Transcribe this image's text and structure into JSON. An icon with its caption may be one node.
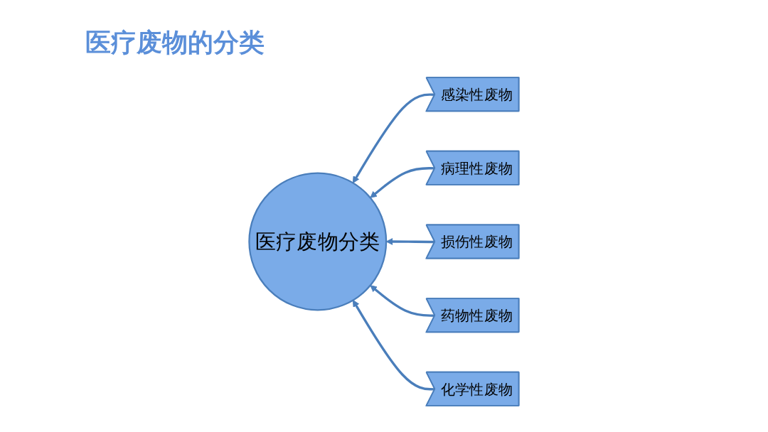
{
  "diagram": {
    "title": "医疗废物的分类",
    "nodes": [
      {
        "text": [
          "医疗废物分类"
        ]
      },
      {
        "text": [
          "感染性废物"
        ]
      },
      {
        "text": [
          "病理性废物"
        ]
      },
      {
        "text": [
          "损伤性废物"
        ]
      },
      {
        "text": [
          "药物性废物"
        ]
      },
      {
        "text": [
          "化学性废物"
        ]
      }
    ],
    "edges": [
      {
        "from": 1,
        "to": 0,
        "arrow": "to"
      },
      {
        "from": 2,
        "to": 0,
        "arrow": "to"
      },
      {
        "from": 3,
        "to": 0,
        "arrow": "to"
      },
      {
        "from": 4,
        "to": 0,
        "arrow": "to"
      },
      {
        "from": 5,
        "to": 0,
        "arrow": "to"
      }
    ]
  }
}
